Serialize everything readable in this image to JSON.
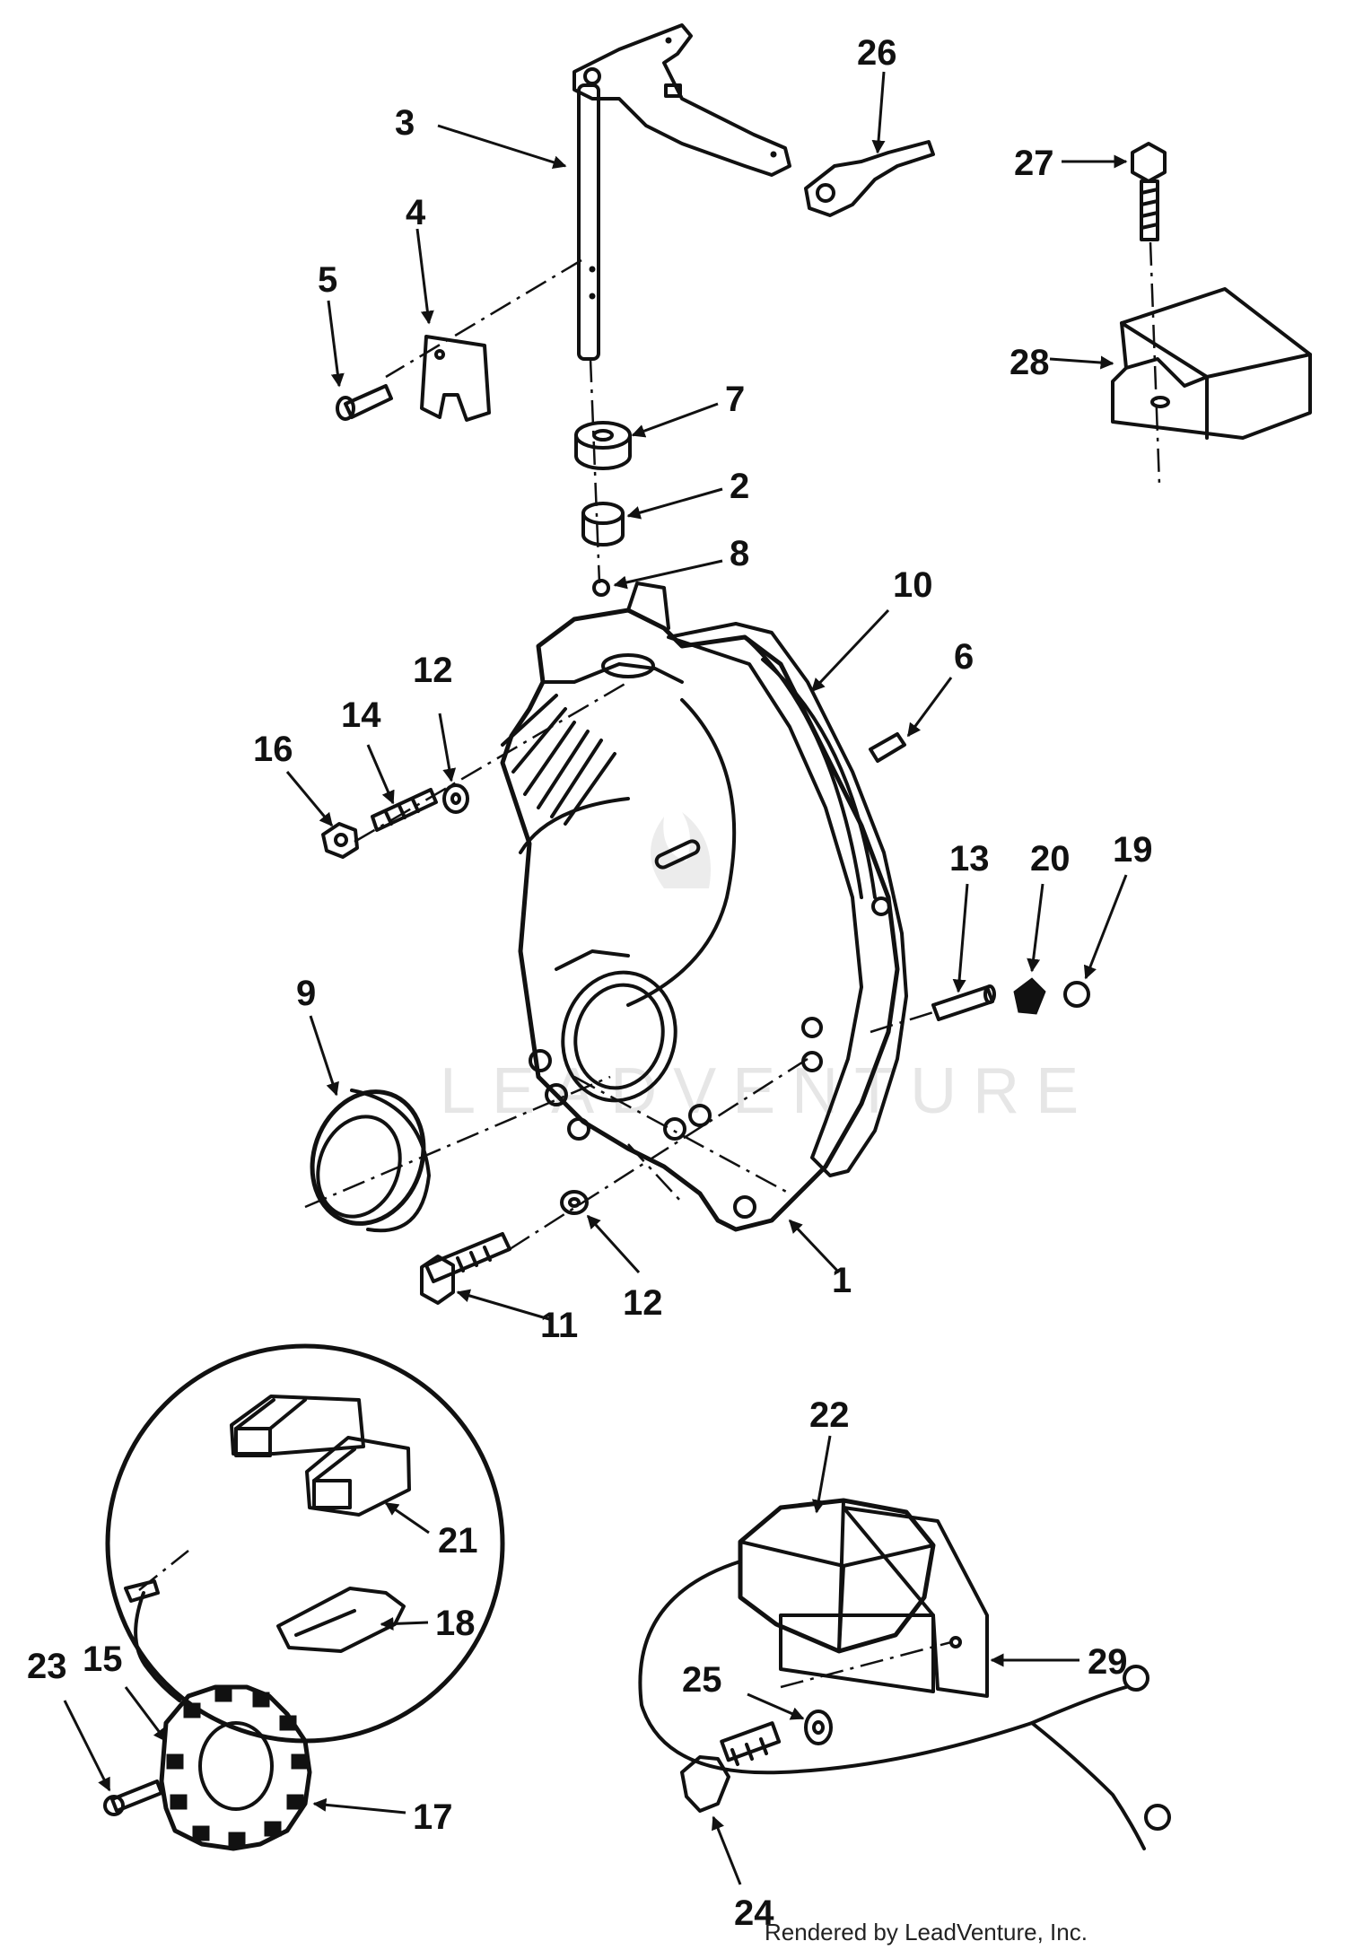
{
  "watermark": "LEADVENTURE",
  "credit": "Rendered by LeadVenture, Inc.",
  "callouts": {
    "p1": "1",
    "p2": "2",
    "p3": "3",
    "p4": "4",
    "p5": "5",
    "p6": "6",
    "p7": "7",
    "p8": "8",
    "p9": "9",
    "p10": "10",
    "p11": "11",
    "p12a": "12",
    "p12b": "12",
    "p13": "13",
    "p14": "14",
    "p15": "15",
    "p16": "16",
    "p17": "17",
    "p18": "18",
    "p19": "19",
    "p20": "20",
    "p21": "21",
    "p22": "22",
    "p23": "23",
    "p24": "24",
    "p25": "25",
    "p26": "26",
    "p27": "27",
    "p28": "28",
    "p29": "29"
  }
}
